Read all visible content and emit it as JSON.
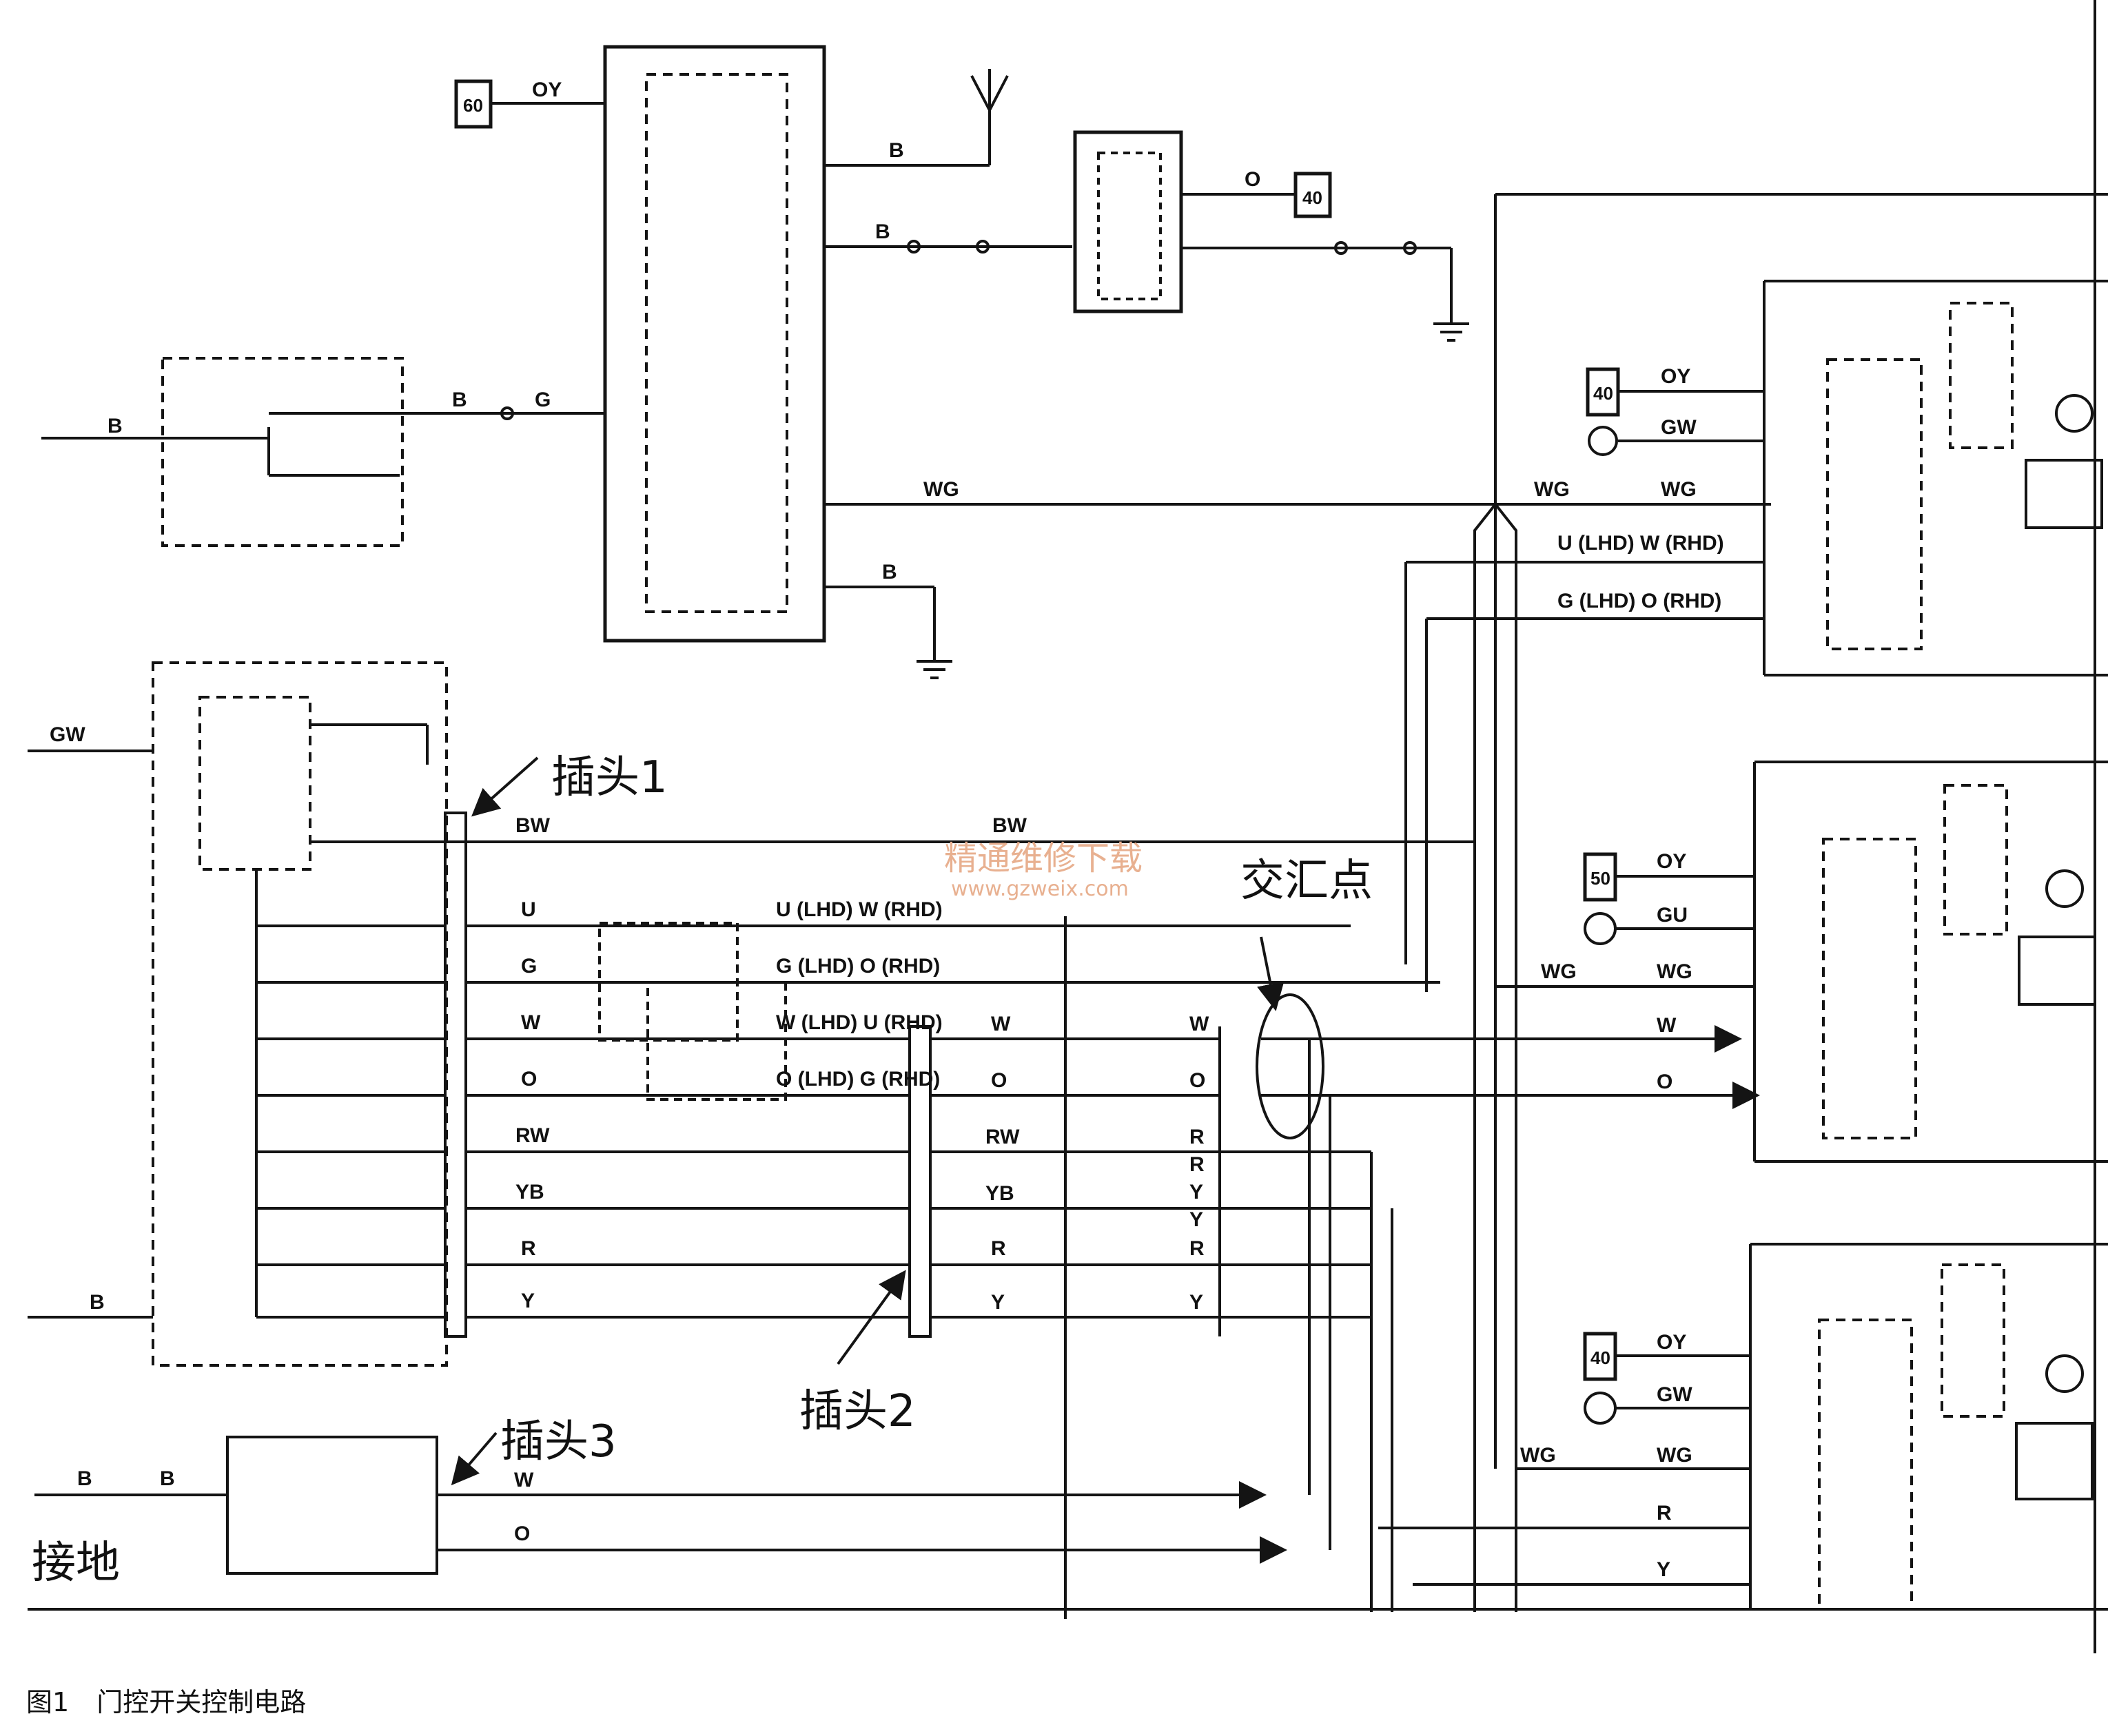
{
  "annotations": {
    "plug1": "插头1",
    "plug2": "插头2",
    "plug3": "插头3",
    "junction": "交汇点",
    "ground": "接地"
  },
  "watermark": {
    "title": "精通维修下载",
    "url": "www.gzweix.com"
  },
  "caption": {
    "figure": "图1",
    "title": "门控开关控制电路"
  },
  "module_numbers": {
    "top_left": "60",
    "antenna_module_out": "40",
    "motor1": "40",
    "motor2": "50",
    "motor3": "40"
  },
  "wires": {
    "oy": "OY",
    "b": "B",
    "g": "G",
    "o": "O",
    "wg": "WG",
    "gw": "GW",
    "gu": "GU",
    "bw": "BW",
    "u": "U",
    "w": "W",
    "rw": "RW",
    "yb": "YB",
    "r": "R",
    "y": "Y",
    "uw_swap": "U (LHD) W (RHD)",
    "go_swap": "G (LHD) O (RHD)",
    "wu_swap": "W (LHD) U (RHD)",
    "og_swap": "O (LHD) G (RHD)"
  },
  "colors": {
    "line": "#141414",
    "watermark": "#e8b090"
  }
}
